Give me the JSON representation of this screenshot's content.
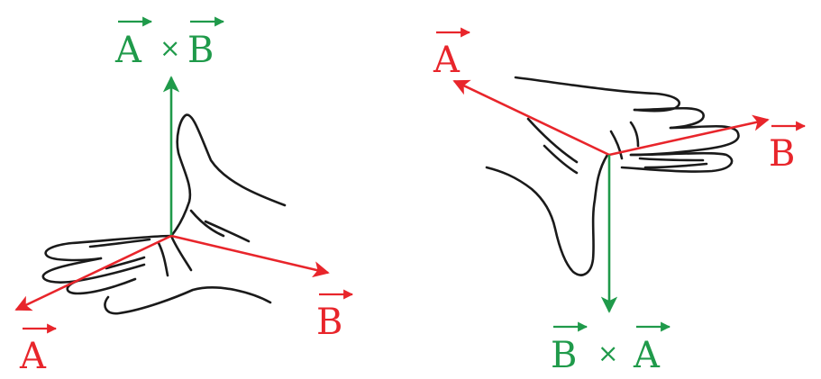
{
  "colors": {
    "vector_a_b": "#e8252b",
    "cross_product": "#1f9a4a",
    "hand_outline": "#1a1a1a",
    "background": "#ffffff"
  },
  "left_panel": {
    "cross_product_label": {
      "first": "A",
      "operator": "×",
      "second": "B"
    },
    "vector_b_label": "B",
    "vector_a_label": "A"
  },
  "right_panel": {
    "vector_a_label": "A",
    "vector_b_label": "B",
    "cross_product_label": {
      "first": "B",
      "operator": "×",
      "second": "A"
    }
  }
}
